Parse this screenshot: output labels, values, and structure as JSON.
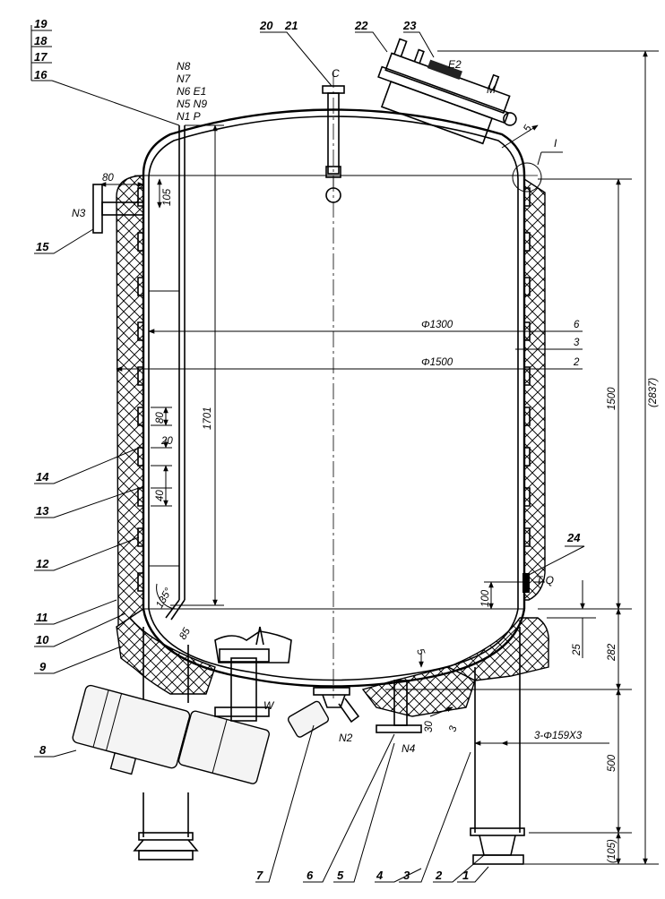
{
  "part_labels": {
    "p1": "1",
    "p2": "2",
    "p3": "3",
    "p4": "4",
    "p5": "5",
    "p6": "6",
    "p7": "7",
    "p8": "8",
    "p9": "9",
    "p10": "10",
    "p11": "11",
    "p12": "12",
    "p13": "13",
    "p14": "14",
    "p15": "15",
    "p16": "16",
    "p17": "17",
    "p18": "18",
    "p19": "19",
    "p20": "20",
    "p21": "21",
    "p22": "22",
    "p23": "23",
    "p24": "24"
  },
  "nozzle_labels": {
    "n8": "N8",
    "n7": "N7",
    "n6e1": "N6 E1",
    "n5n9": "N5 N9",
    "n1p": "N1 P",
    "c": "C",
    "e2": "E2",
    "m": "M",
    "n3": "N3",
    "w": "W",
    "n2": "N2",
    "n4": "N4",
    "tq": "T Q",
    "detail": "I"
  },
  "dimensions": {
    "d80_top": "80",
    "d105_top": "105",
    "d1701": "1701",
    "d1300": "Φ1300",
    "d1500_dia": "Φ1500",
    "d6": "6",
    "d3": "3",
    "d2": "2",
    "d80_jacket": "80",
    "d20": "20",
    "d40": "40",
    "d135": "135°",
    "d85": "85",
    "d100": "100",
    "d25": "25",
    "d282": "282",
    "d1500_h": "1500",
    "d2837": "(2837)",
    "d500": "500",
    "d105_bot": "(105)",
    "d5_top": "5",
    "d5_bot": "5",
    "d30": "30",
    "d3_bot": "3",
    "legs": "3-Φ159X3"
  }
}
